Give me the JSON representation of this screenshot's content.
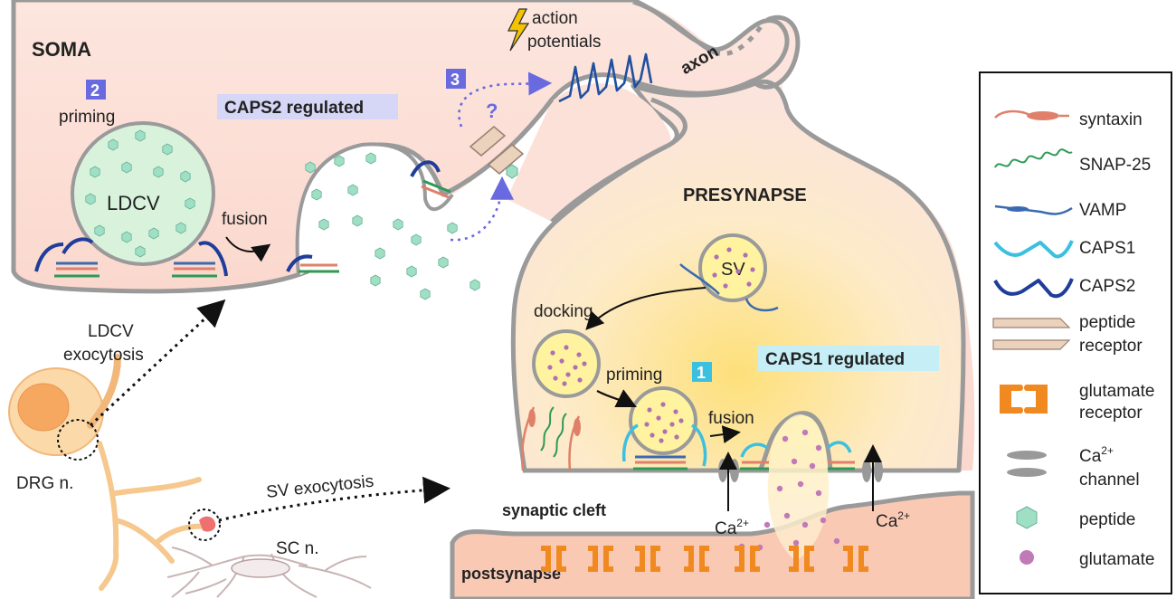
{
  "regions": {
    "soma": "SOMA",
    "axon": "axon",
    "presynapse": "PRESYNAPSE",
    "synaptic_cleft": "synaptic cleft",
    "postsynapse": "postsynapse"
  },
  "steps": {
    "step1": {
      "number": "1",
      "color": "#3cc0e0"
    },
    "step2": {
      "number": "2",
      "label": "priming",
      "color": "#6a6ae0"
    },
    "step3": {
      "number": "3",
      "question": "?",
      "color": "#6a6ae0"
    }
  },
  "banners": {
    "caps2_regulated": "CAPS2 regulated",
    "caps1_regulated": "CAPS1 regulated"
  },
  "soma_labels": {
    "ldcv": "LDCV",
    "fusion": "fusion",
    "action": "action",
    "potentials": "potentials"
  },
  "presynapse_labels": {
    "sv": "SV",
    "docking": "docking",
    "priming": "priming",
    "fusion": "fusion",
    "ca_left": "Ca",
    "ca_right": "Ca",
    "ca_sup": "2+"
  },
  "neuron_labels": {
    "ldcv_exocytosis_line1": "LDCV",
    "ldcv_exocytosis_line2": "exocytosis",
    "sv_exocytosis": "SV exocytosis",
    "drg": "DRG n.",
    "sc": "SC n."
  },
  "legend": {
    "items": [
      {
        "icon": "syntaxin-icon",
        "label": "syntaxin"
      },
      {
        "icon": "snap25-icon",
        "label": "SNAP-25"
      },
      {
        "icon": "vamp-icon",
        "label": "VAMP"
      },
      {
        "icon": "caps1-icon",
        "label": "CAPS1"
      },
      {
        "icon": "caps2-icon",
        "label": "CAPS2"
      },
      {
        "icon": "peptide-receptor-icon",
        "label_line1": "peptide",
        "label_line2": "receptor"
      },
      {
        "icon": "glutamate-receptor-icon",
        "label_line1": "glutamate",
        "label_line2": "receptor"
      },
      {
        "icon": "ca-channel-icon",
        "label_line1": "Ca",
        "label_sup": "2+",
        "label_line2": "channel"
      },
      {
        "icon": "peptide-icon",
        "label": "peptide"
      },
      {
        "icon": "glutamate-icon",
        "label": "glutamate"
      }
    ]
  },
  "colors": {
    "membrane": "#9a9a9a",
    "soma_fill": "#fbe0d8",
    "presynapse_fill": "#fdebd3",
    "ldcv_fill": "#d8f2dc",
    "peptide": "#9fe0c4",
    "sv_fill": "#fff3a0",
    "glutamate": "#b070b0",
    "caps1": "#3cc0e0",
    "caps2": "#1f3d9a",
    "syntaxin": "#e0806a",
    "snap25": "#2e9a55",
    "vamp": "#3a6ab0",
    "glutamate_receptor": "#f08a20",
    "arrow_blue": "#6a6ae0"
  }
}
